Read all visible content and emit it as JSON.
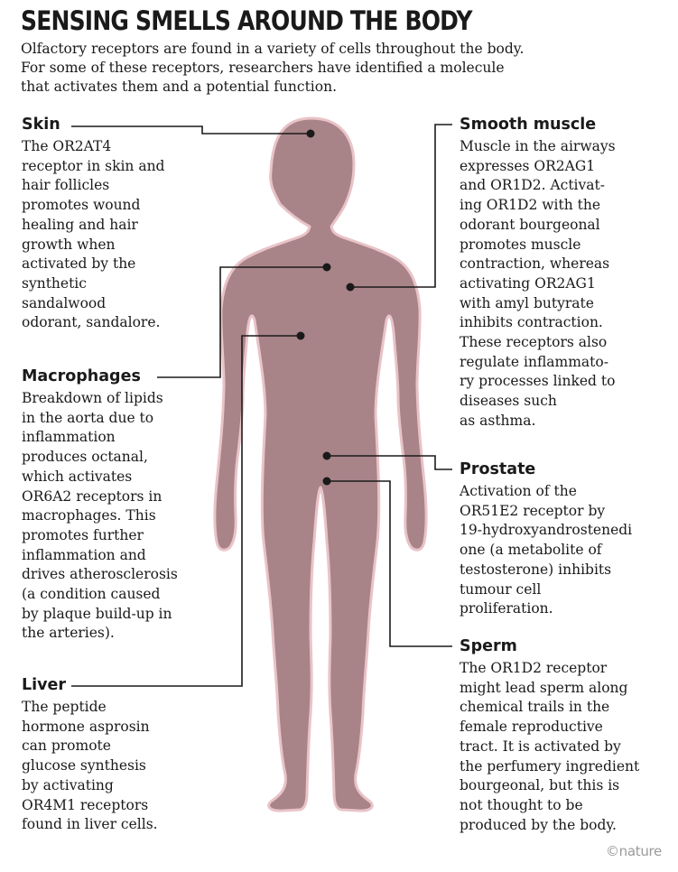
{
  "title": "SENSING SMELLS AROUND THE BODY",
  "subtitle_lines": [
    "Olfactory receptors are found in a variety of cells throughout the body.",
    "For some of these receptors, researchers have identified a molecule",
    "that activates them and a potential function."
  ],
  "colors": {
    "body_fill": "#a88489",
    "body_outline": "#e9c3c8",
    "ink": "#1a1a1a"
  },
  "callouts": {
    "skin": {
      "heading": "Skin",
      "lines": [
        "The OR2AT4",
        "receptor in skin and",
        "hair follicles",
        "promotes wound",
        "healing and hair",
        "growth when",
        "activated by the",
        "synthetic",
        "sandalwood",
        "odorant, sandalore."
      ]
    },
    "macrophages": {
      "heading": "Macrophages",
      "lines": [
        "Breakdown of lipids",
        "in the aorta due to",
        "inflammation",
        "produces octanal,",
        "which activates",
        "OR6A2 receptors in",
        "macrophages. This",
        "promotes further",
        "inflammation and",
        "drives atherosclerosis",
        "(a condition caused",
        "by plaque build-up in",
        "the arteries)."
      ]
    },
    "liver": {
      "heading": "Liver",
      "lines": [
        "The peptide",
        "hormone asprosin",
        "can promote",
        "glucose synthesis",
        "by activating",
        "OR4M1 receptors",
        "found in liver cells."
      ]
    },
    "smooth_muscle": {
      "heading": "Smooth muscle",
      "lines": [
        "Muscle in the airways",
        "expresses OR2AG1",
        "and OR1D2. Activat-",
        "ing OR1D2 with the",
        "odorant bourgeonal",
        "promotes muscle",
        "contraction, whereas",
        "activating OR2AG1",
        "with amyl butyrate",
        "inhibits contraction.",
        "These receptors also",
        "regulate inflammato-",
        "ry processes linked to",
        "diseases such",
        "as asthma."
      ]
    },
    "prostate": {
      "heading": "Prostate",
      "lines": [
        "Activation of the",
        "OR51E2 receptor by",
        "19-hydroxyandrostenedi",
        "one (a metabolite of",
        "testosterone) inhibits",
        "tumour cell",
        "proliferation."
      ]
    },
    "sperm": {
      "heading": "Sperm",
      "lines": [
        "The OR1D2 receptor",
        "might lead sperm along",
        "chemical trails in the",
        "female reproductive",
        "tract. It is activated by",
        "the perfumery ingredient",
        "bourgeonal, but this is",
        "not thought to be",
        "produced by the body."
      ]
    }
  },
  "credit": "©nature"
}
